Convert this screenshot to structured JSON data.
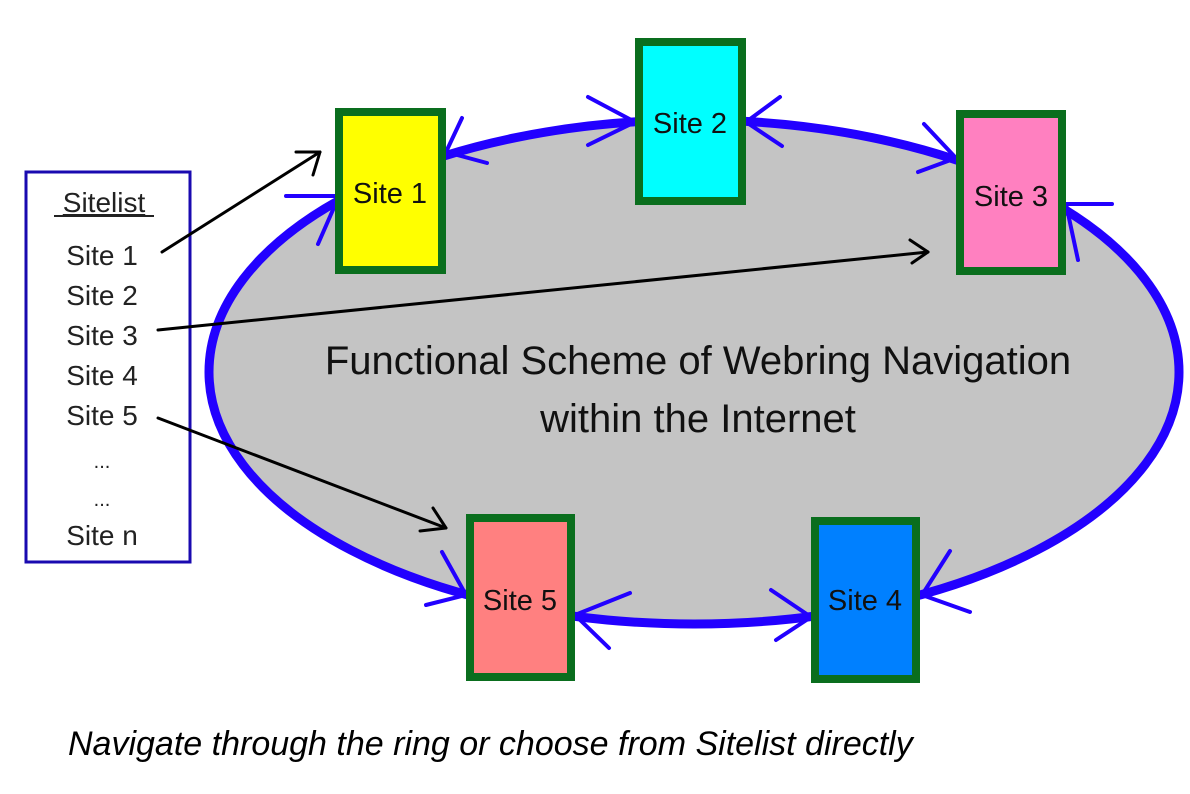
{
  "title": {
    "line1": "Functional Scheme of Webring Navigation",
    "line2": "within the Internet"
  },
  "caption": "Navigate through the ring or choose from Sitelist directly",
  "sitelist": {
    "heading": "Sitelist",
    "items": [
      "Site 1",
      "Site 2",
      "Site 3",
      "Site 4",
      "Site 5",
      "...",
      "...",
      "Site n"
    ]
  },
  "sites": [
    {
      "id": "site-1",
      "label": "Site 1",
      "color": "#ffff00"
    },
    {
      "id": "site-2",
      "label": "Site 2",
      "color": "#00ffff"
    },
    {
      "id": "site-3",
      "label": "Site 3",
      "color": "#ff80c0"
    },
    {
      "id": "site-4",
      "label": "Site 4",
      "color": "#0080ff"
    },
    {
      "id": "site-5",
      "label": "Site 5",
      "color": "#ff8080"
    }
  ],
  "colors": {
    "ring": "#2200ff",
    "ring_fill": "#c4c4c4",
    "site_border": "#0a6e1e",
    "sitelist_border": "#1a0ab0",
    "link_arrow": "#000000"
  },
  "links": [
    {
      "from": "Site 1",
      "to": "Site 1"
    },
    {
      "from": "Site 3",
      "to": "Site 3"
    },
    {
      "from": "Site 5",
      "to": "Site 5"
    }
  ]
}
